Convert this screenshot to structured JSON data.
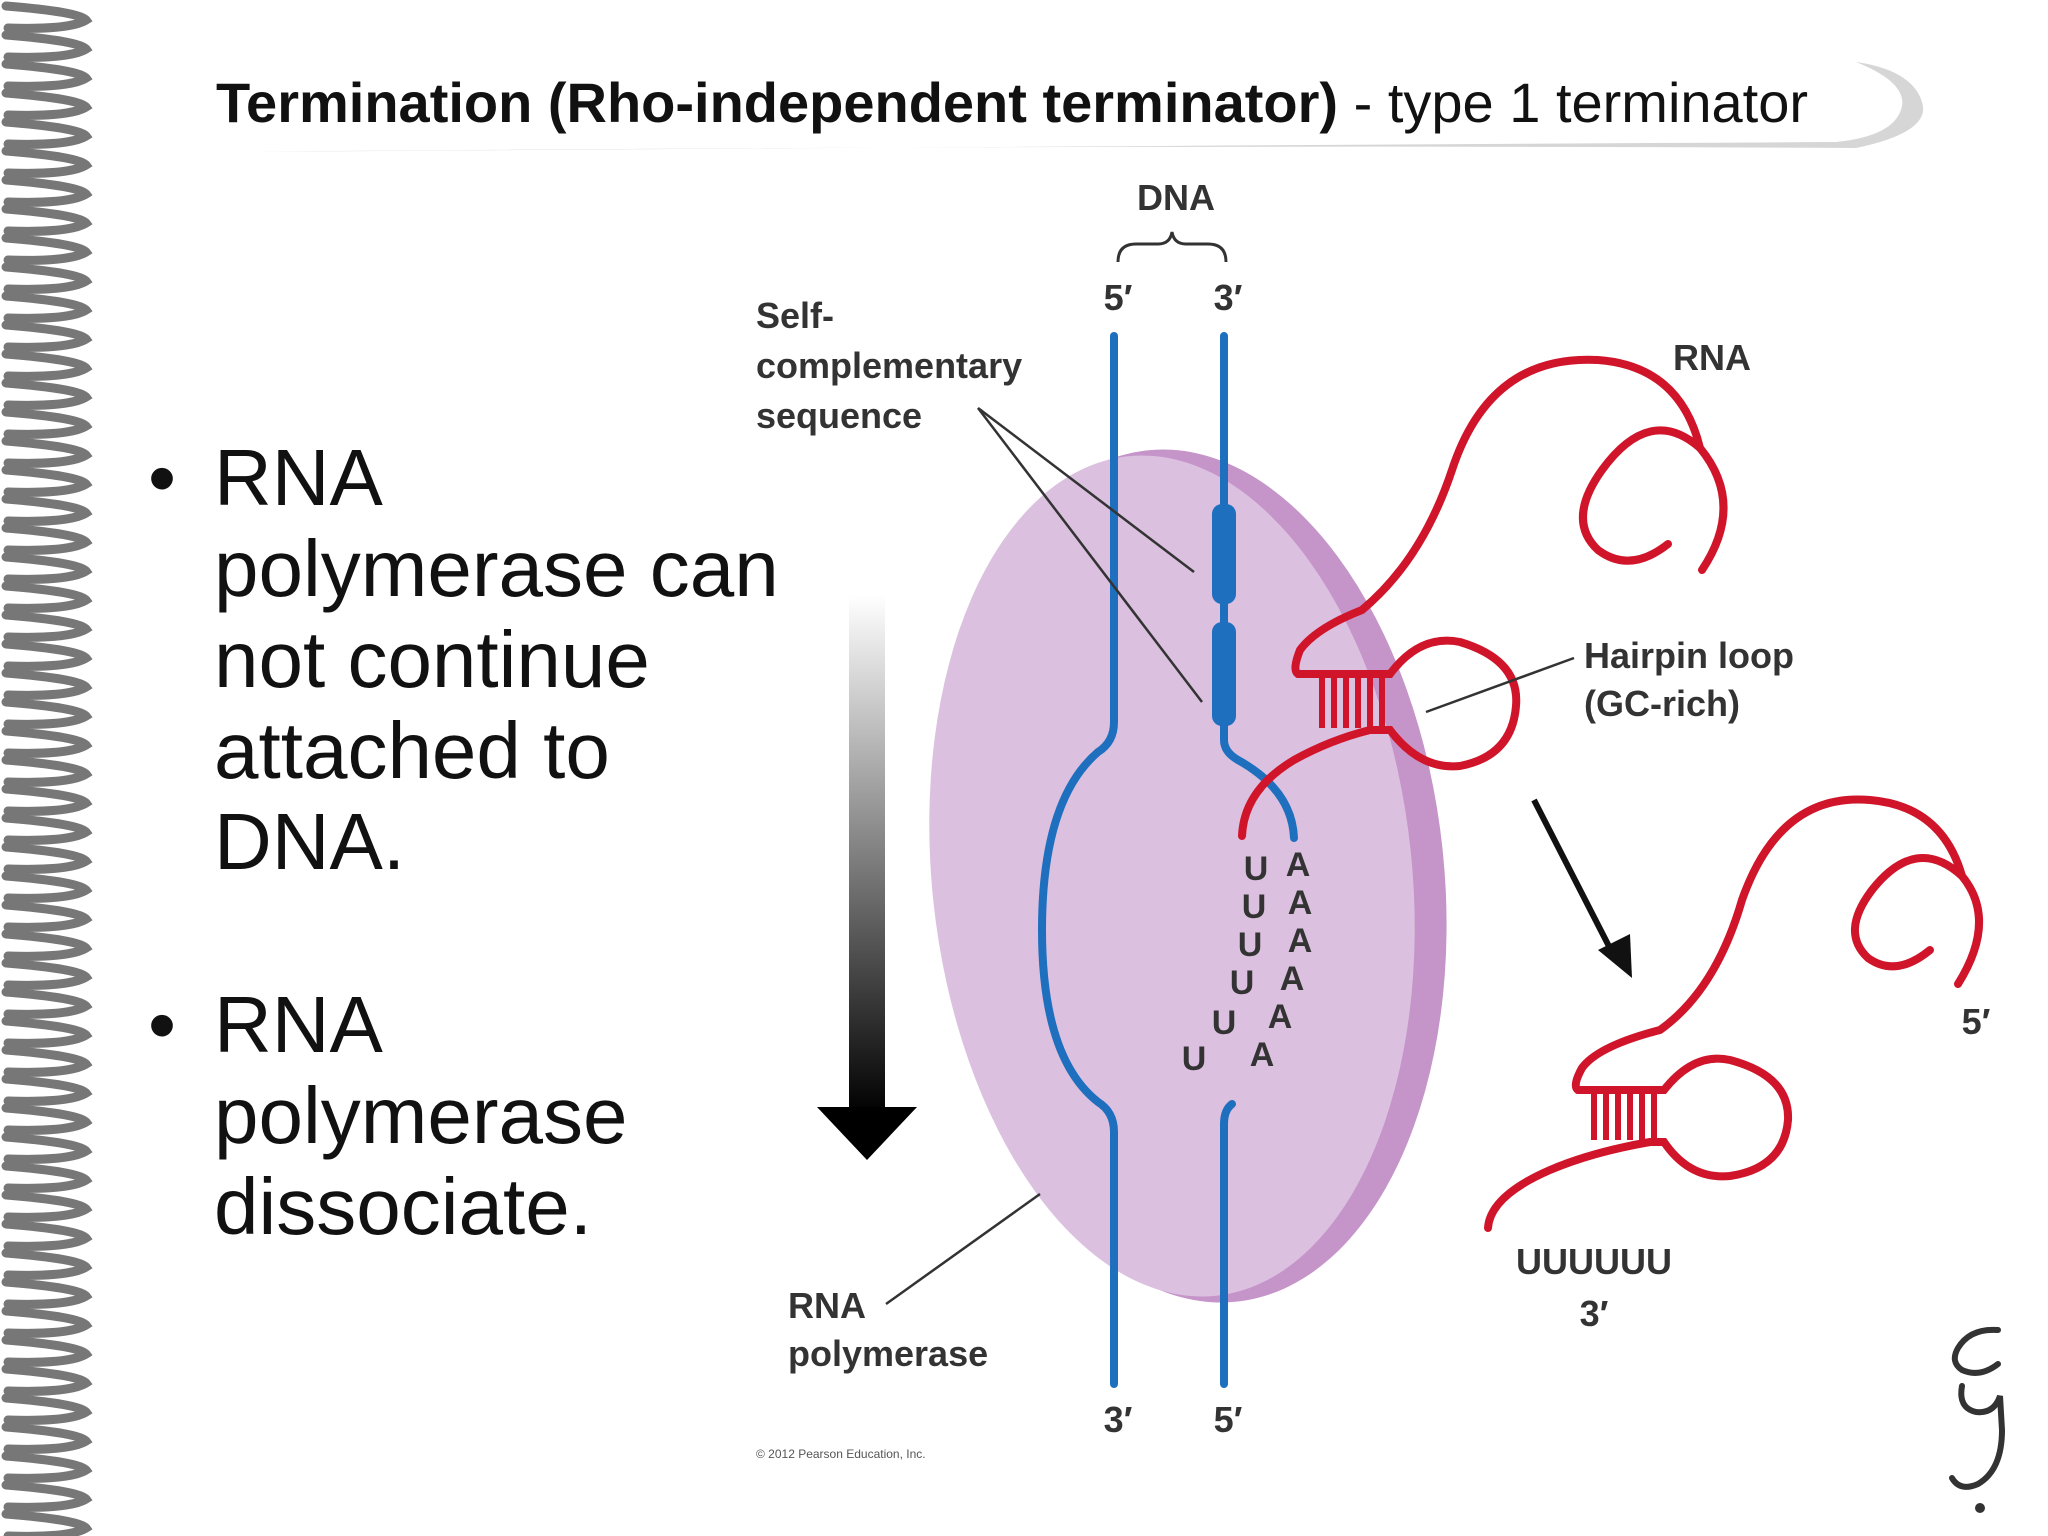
{
  "slide": {
    "title_bold": "Termination (Rho-independent terminator)",
    "title_rest": " - type 1 terminator",
    "bullets": [
      "RNA polymerase can not continue attached to DNA.",
      "RNA polymerase dissociate."
    ]
  },
  "diagram": {
    "dna_label": "DNA",
    "top_left_end": "5′",
    "top_right_end": "3′",
    "bottom_left_end": "3′",
    "bottom_right_end": "5′",
    "self_comp_line1": "Self-",
    "self_comp_line2": "complementary",
    "self_comp_line3": "sequence",
    "rna_label": "RNA",
    "hairpin_line1": "Hairpin loop",
    "hairpin_line2": "(GC-rich)",
    "rnap_line1": "RNA",
    "rnap_line2": "polymerase",
    "u_bases": [
      "U",
      "U",
      "U",
      "U",
      "U",
      "U"
    ],
    "a_bases": [
      "A",
      "A",
      "A",
      "A",
      "A",
      "A"
    ],
    "released_5prime": "5′",
    "released_polyU": "UUUUUU",
    "released_3prime": "3′",
    "copyright": "© 2012 Pearson Education, Inc.",
    "colors": {
      "dna": "#1f6fbf",
      "rna": "#d0152b",
      "polymerase": "#dcc0e0",
      "polymerase_edge": "#b98ec0"
    }
  }
}
